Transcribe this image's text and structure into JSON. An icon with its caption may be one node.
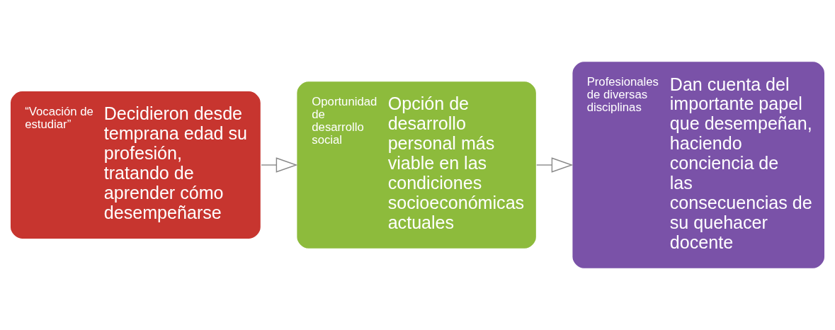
{
  "diagram": {
    "nodes": [
      {
        "text": [
          "“Vocación de estudiar”",
          "Decidieron desde temprana edad su profesión, tratando de aprender cómo desempeñarse"
        ]
      },
      {
        "text": [
          "Oportunidad de desarrollo social",
          "Opción de desarrollo personal más viable en las condiciones socioeconómicas actuales"
        ]
      },
      {
        "text": [
          "Profesionales de diversas disciplinas",
          "Dan cuenta del importante papel que desempeñan, haciendo conciencia de las consecuencias de su quehacer docente"
        ]
      }
    ],
    "edges": [
      {
        "from": 0,
        "to": 1,
        "arrow": "to"
      },
      {
        "from": 1,
        "to": 2,
        "arrow": "to"
      }
    ]
  }
}
